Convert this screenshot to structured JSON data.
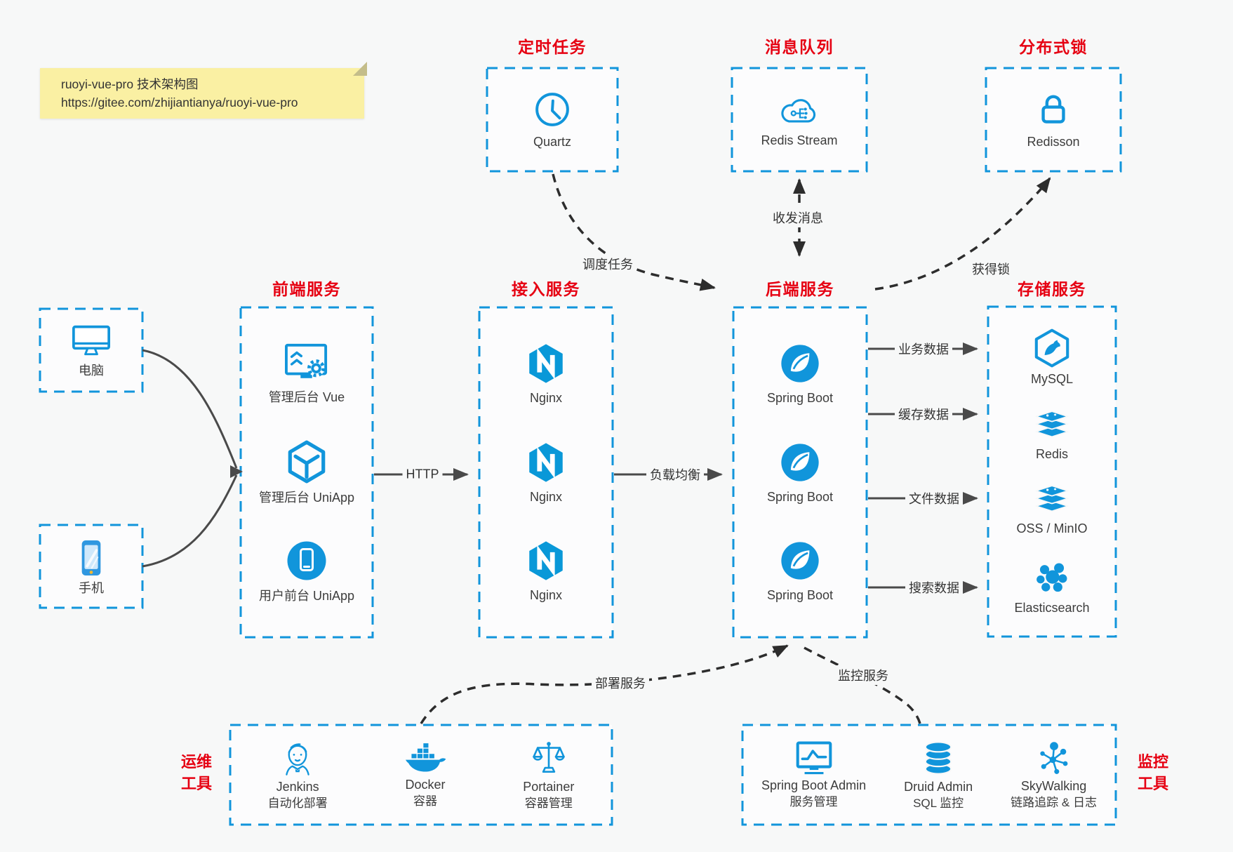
{
  "note": {
    "line1": "ruoyi-vue-pro 技术架构图",
    "line2": "https://gitee.com/zhijiantianya/ruoyi-vue-pro"
  },
  "top": {
    "scheduler": {
      "title": "定时任务",
      "item": "Quartz"
    },
    "mq": {
      "title": "消息队列",
      "item": "Redis Stream"
    },
    "lock": {
      "title": "分布式锁",
      "item": "Redisson"
    }
  },
  "clients": {
    "pc": "电脑",
    "mobile": "手机"
  },
  "frontend": {
    "title": "前端服务",
    "items": [
      "管理后台 Vue",
      "管理后台 UniApp",
      "用户前台 UniApp"
    ]
  },
  "gateway": {
    "title": "接入服务",
    "items": [
      "Nginx",
      "Nginx",
      "Nginx"
    ]
  },
  "backend": {
    "title": "后端服务",
    "items": [
      "Spring Boot",
      "Spring Boot",
      "Spring Boot"
    ]
  },
  "storage": {
    "title": "存储服务",
    "items": [
      "MySQL",
      "Redis",
      "OSS / MinIO",
      "Elasticsearch"
    ]
  },
  "ops": {
    "title_line1": "运维",
    "title_line2": "工具",
    "items": [
      {
        "name": "Jenkins",
        "desc": "自动化部署"
      },
      {
        "name": "Docker",
        "desc": "容器"
      },
      {
        "name": "Portainer",
        "desc": "容器管理"
      }
    ]
  },
  "monitoring": {
    "title_line1": "监控",
    "title_line2": "工具",
    "items": [
      {
        "name": "Spring Boot Admin",
        "desc": "服务管理"
      },
      {
        "name": "Druid Admin",
        "desc": "SQL 监控"
      },
      {
        "name": "SkyWalking",
        "desc": "链路追踪 & 日志"
      }
    ]
  },
  "edges": {
    "schedule": "调度任务",
    "message": "收发消息",
    "lock": "获得锁",
    "http": "HTTP",
    "load_balance": "负载均衡",
    "business_data": "业务数据",
    "cache_data": "缓存数据",
    "file_data": "文件数据",
    "search_data": "搜索数据",
    "deploy": "部署服务",
    "monitor": "监控服务"
  },
  "colors": {
    "blue": "#1195db",
    "red": "#e60012",
    "arrow_dark": "#2d2d2d",
    "note_bg": "#faf0a3"
  }
}
